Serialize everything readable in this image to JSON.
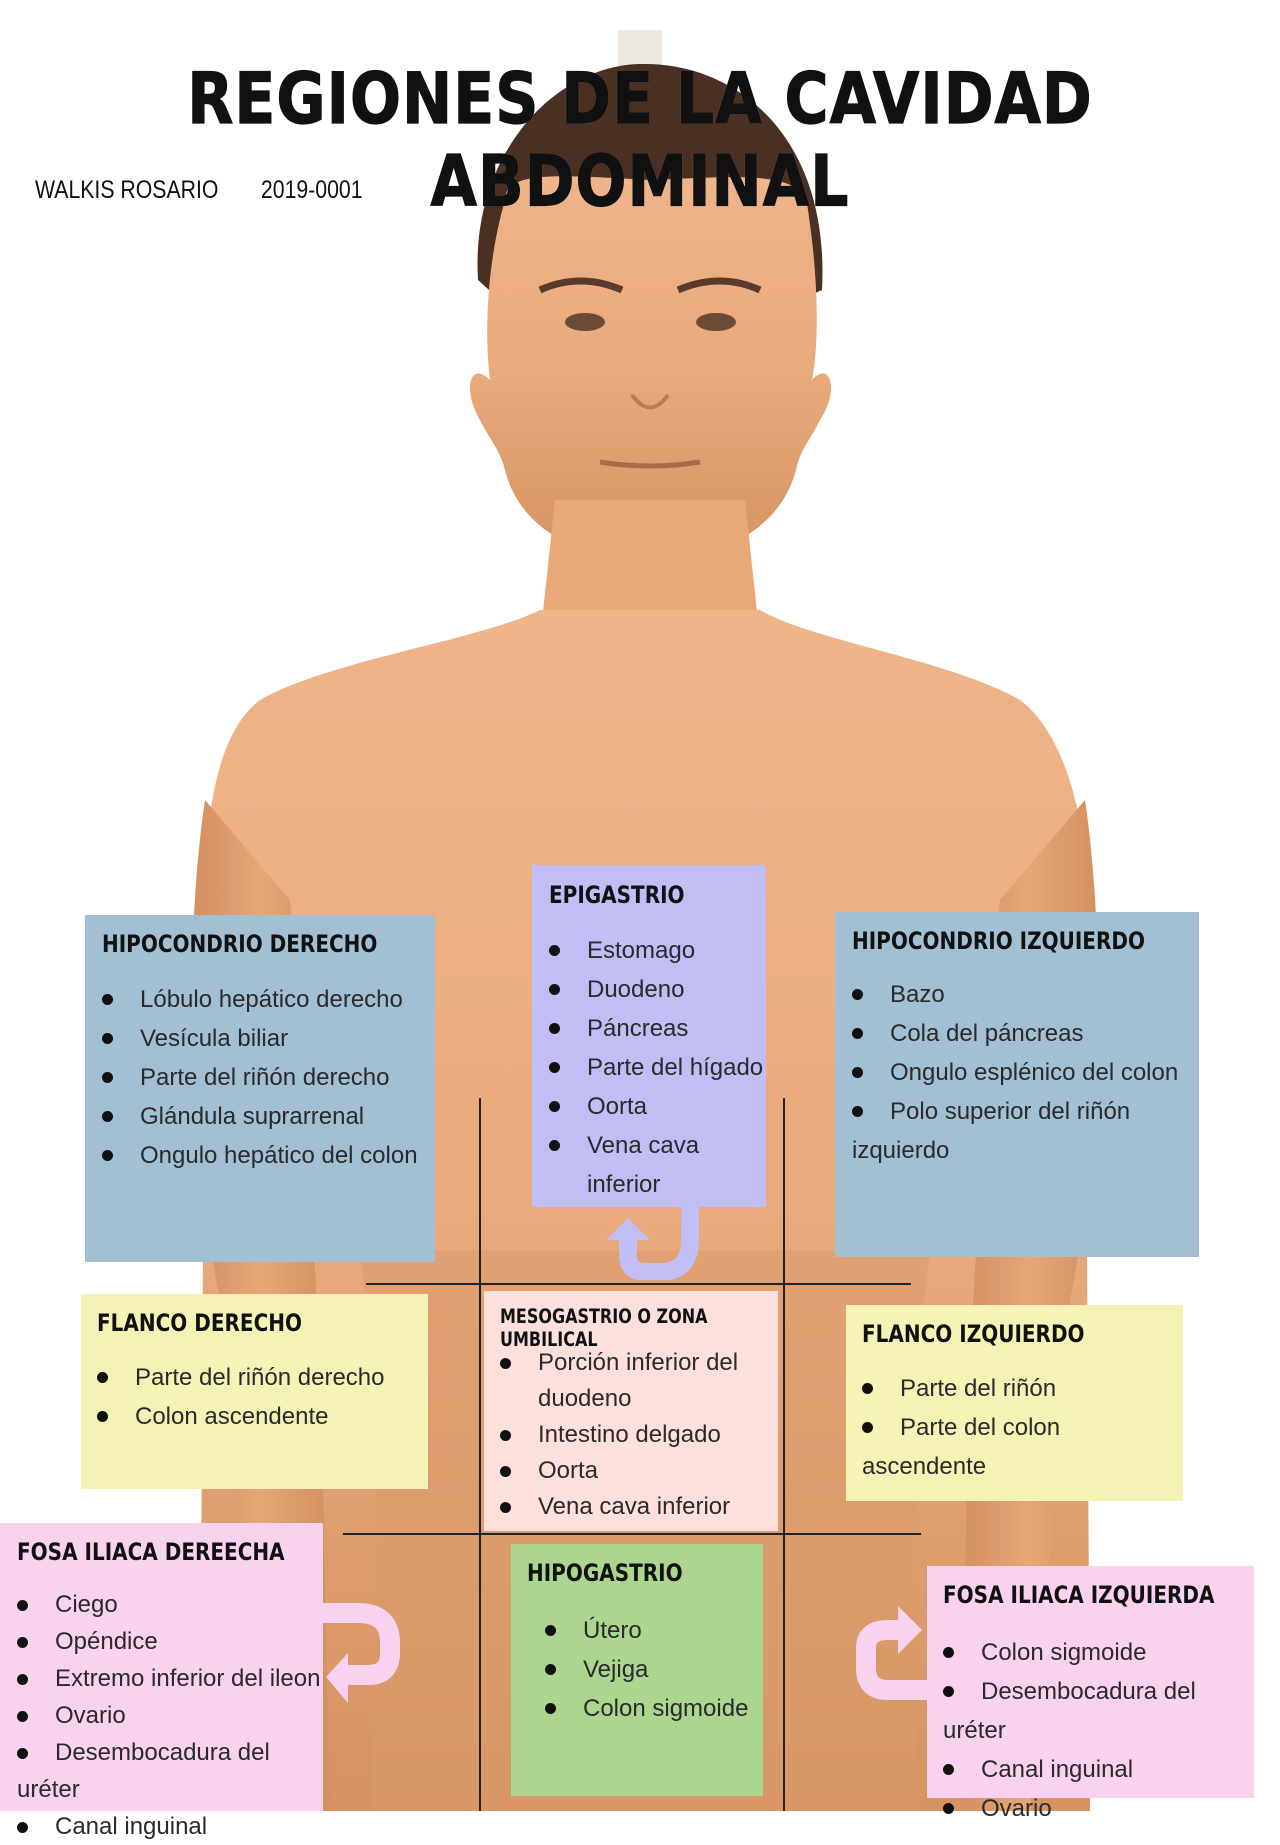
{
  "header": {
    "title": "REGIONES DE LA CAVIDAD ABDOMINAL",
    "author_name": "WALKIS ROSARIO",
    "author_id": "2019-0001"
  },
  "colors": {
    "skin": "#e9a97a",
    "hair": "#4a3022",
    "hipocondrio": "#a2bfd4",
    "epigastrio": "#c1bdf5",
    "flanco": "#f4f2b5",
    "mesogastrio": "#fde0dc",
    "hipogastrio": "#acd68f",
    "fosa_iliaca": "#f9d2f0"
  },
  "regions": {
    "hipocondrio_derecho": {
      "title": "HIPOCONDRIO DERECHO",
      "items": [
        "Lóbulo hepático derecho",
        "Vesícula biliar",
        "Parte del riñón derecho",
        "Glándula suprarrenal",
        "Ongulo hepático del colon"
      ]
    },
    "epigastrio": {
      "title": "EPIGASTRIO",
      "items": [
        "Estomago",
        "Duodeno",
        "Páncreas",
        "Parte del hígado",
        "Oorta",
        "Vena cava",
        "inferior"
      ]
    },
    "hipocondrio_izquierdo": {
      "title": "HIPOCONDRIO IZQUIERDO",
      "items": [
        "Bazo",
        "Cola del páncreas",
        "Ongulo esplénico del colon",
        "Polo superior del riñón izquierdo"
      ]
    },
    "flanco_derecho": {
      "title": "FLANCO DERECHO",
      "items": [
        "Parte del riñón derecho",
        "Colon ascendente"
      ]
    },
    "mesogastrio": {
      "title": "MESOGASTRIO O ZONA UMBILICAL",
      "items": [
        "Porción inferior del",
        "duodeno",
        "Intestino delgado",
        "Oorta",
        "Vena cava inferior"
      ]
    },
    "flanco_izquierdo": {
      "title": "FLANCO IZQUIERDO",
      "items": [
        "Parte del riñón",
        "Parte del colon ascendente"
      ]
    },
    "fosa_iliaca_derecha": {
      "title": "FOSA ILIACA DEREECHA",
      "items": [
        "Ciego",
        "Opéndice",
        "Extremo inferior del ileon",
        "Ovario",
        "Desembocadura del uréter",
        "Canal inguinal"
      ]
    },
    "hipogastrio": {
      "title": "HIPOGASTRIO",
      "items": [
        "Útero",
        "Vejiga",
        "Colon sigmoide"
      ]
    },
    "fosa_iliaca_izquierda": {
      "title": "FOSA ILIACA IZQUIERDA",
      "items": [
        "Colon sigmoide",
        "Desembocadura del uréter",
        "Canal inguinal",
        "Ovario"
      ]
    }
  }
}
